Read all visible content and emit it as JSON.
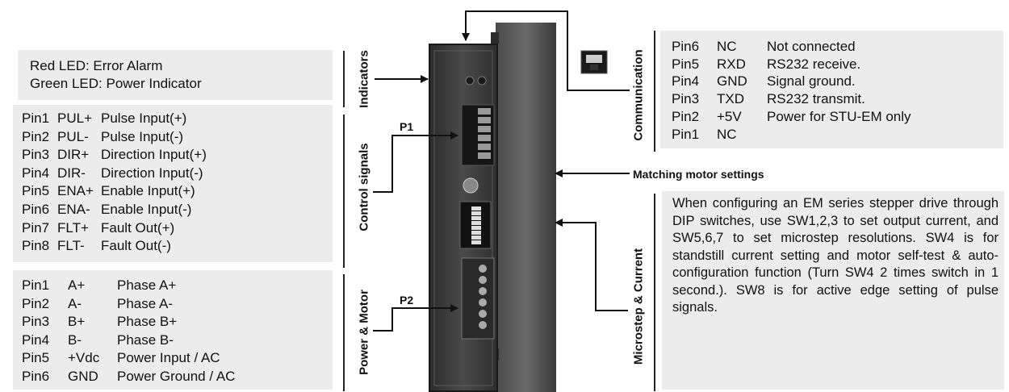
{
  "indicators": {
    "label": "Indicators",
    "lines": [
      "Red LED: Error Alarm",
      "Green LED: Power Indicator"
    ]
  },
  "control_signals": {
    "label": "Control signals",
    "connector": "P1",
    "rows": [
      [
        "Pin1",
        "PUL+",
        "Pulse Input(+)"
      ],
      [
        "Pin2",
        "PUL-",
        "Pulse Input(-)"
      ],
      [
        "Pin3",
        "DIR+",
        "Direction Input(+)"
      ],
      [
        "Pin4",
        "DIR-",
        "Direction Input(-)"
      ],
      [
        "Pin5",
        "ENA+",
        "Enable Input(+)"
      ],
      [
        "Pin6",
        "ENA-",
        "Enable Input(-)"
      ],
      [
        "Pin7",
        "FLT+",
        "Fault Out(+)"
      ],
      [
        "Pin8",
        "FLT-",
        "Fault Out(-)"
      ]
    ]
  },
  "power_motor": {
    "label": "Power & Motor",
    "connector": "P2",
    "rows": [
      [
        "Pin1",
        "A+",
        "Phase A+"
      ],
      [
        "Pin2",
        "A-",
        "Phase A-"
      ],
      [
        "Pin3",
        "B+",
        "Phase B+"
      ],
      [
        "Pin4",
        "B-",
        "Phase B-"
      ],
      [
        "Pin5",
        "+Vdc",
        "Power Input / AC"
      ],
      [
        "Pin6",
        "GND",
        "Power Ground / AC"
      ]
    ]
  },
  "communication": {
    "label": "Communication",
    "rows": [
      [
        "Pin6",
        "NC",
        "Not connected"
      ],
      [
        "Pin5",
        "RXD",
        "RS232 receive."
      ],
      [
        "Pin4",
        "GND",
        "Signal ground."
      ],
      [
        "Pin3",
        "TXD",
        "RS232 transmit."
      ],
      [
        "Pin2",
        "+5V",
        "Power for STU-EM only"
      ],
      [
        "Pin1",
        "NC",
        ""
      ]
    ]
  },
  "matching_motor_settings": "Matching motor settings",
  "microstep_current": {
    "label": "Microstep & Current",
    "text": "When configuring an EM series stepper drive through DIP switches, use SW1,2,3 to set output current, and SW5,6,7 to set microstep resolutions. SW4 is for standstill current setting and motor self-test & auto-configuration function (Turn SW4 2 times switch in 1 second.). SW8 is for active edge setting of pulse signals."
  }
}
